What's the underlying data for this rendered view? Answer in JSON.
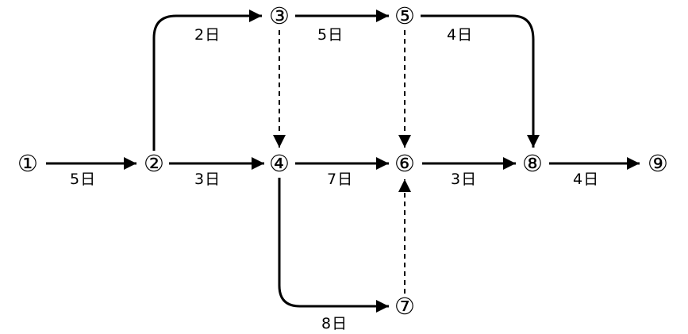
{
  "nodes": [
    {
      "id": "1",
      "label": "①"
    },
    {
      "id": "2",
      "label": "②"
    },
    {
      "id": "3",
      "label": "③"
    },
    {
      "id": "4",
      "label": "④"
    },
    {
      "id": "5",
      "label": "⑤"
    },
    {
      "id": "6",
      "label": "⑥"
    },
    {
      "id": "7",
      "label": "⑦"
    },
    {
      "id": "8",
      "label": "⑧"
    },
    {
      "id": "9",
      "label": "⑨"
    }
  ],
  "edges": [
    {
      "from": "1",
      "to": "2",
      "label": "5日",
      "style": "solid"
    },
    {
      "from": "2",
      "to": "3",
      "label": "2日",
      "style": "solid"
    },
    {
      "from": "2",
      "to": "4",
      "label": "3日",
      "style": "solid"
    },
    {
      "from": "3",
      "to": "5",
      "label": "5日",
      "style": "solid"
    },
    {
      "from": "3",
      "to": "4",
      "label": "",
      "style": "dashed"
    },
    {
      "from": "4",
      "to": "6",
      "label": "7日",
      "style": "solid"
    },
    {
      "from": "4",
      "to": "7",
      "label": "8日",
      "style": "solid"
    },
    {
      "from": "5",
      "to": "6",
      "label": "",
      "style": "dashed"
    },
    {
      "from": "5",
      "to": "8",
      "label": "4日",
      "style": "solid"
    },
    {
      "from": "6",
      "to": "8",
      "label": "3日",
      "style": "solid"
    },
    {
      "from": "7",
      "to": "6",
      "label": "",
      "style": "dashed"
    },
    {
      "from": "8",
      "to": "9",
      "label": "4日",
      "style": "solid"
    }
  ]
}
